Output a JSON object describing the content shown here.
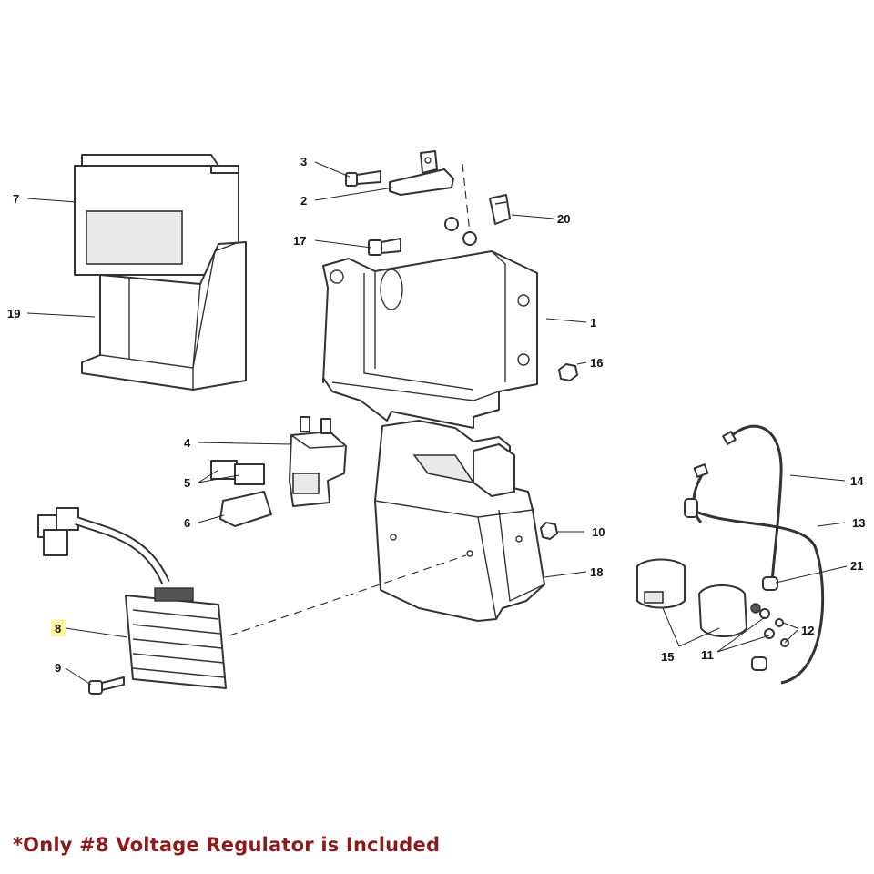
{
  "callouts": [
    {
      "id": "1",
      "label": "1"
    },
    {
      "id": "2",
      "label": "2"
    },
    {
      "id": "3",
      "label": "3"
    },
    {
      "id": "4",
      "label": "4"
    },
    {
      "id": "5",
      "label": "5"
    },
    {
      "id": "6",
      "label": "6"
    },
    {
      "id": "7",
      "label": "7"
    },
    {
      "id": "8",
      "label": "8",
      "highlighted": true
    },
    {
      "id": "9",
      "label": "9"
    },
    {
      "id": "10",
      "label": "10"
    },
    {
      "id": "11",
      "label": "11"
    },
    {
      "id": "12",
      "label": "12"
    },
    {
      "id": "13",
      "label": "13"
    },
    {
      "id": "14",
      "label": "14"
    },
    {
      "id": "15",
      "label": "15"
    },
    {
      "id": "16",
      "label": "16"
    },
    {
      "id": "17",
      "label": "17"
    },
    {
      "id": "18",
      "label": "18"
    },
    {
      "id": "19",
      "label": "19"
    },
    {
      "id": "20",
      "label": "20"
    },
    {
      "id": "21",
      "label": "21"
    }
  ],
  "footnote": "*Only #8 Voltage Regulator is Included",
  "colors": {
    "footnote": "#8b1a1a",
    "highlight": "#fff59a",
    "line": "#333333"
  }
}
